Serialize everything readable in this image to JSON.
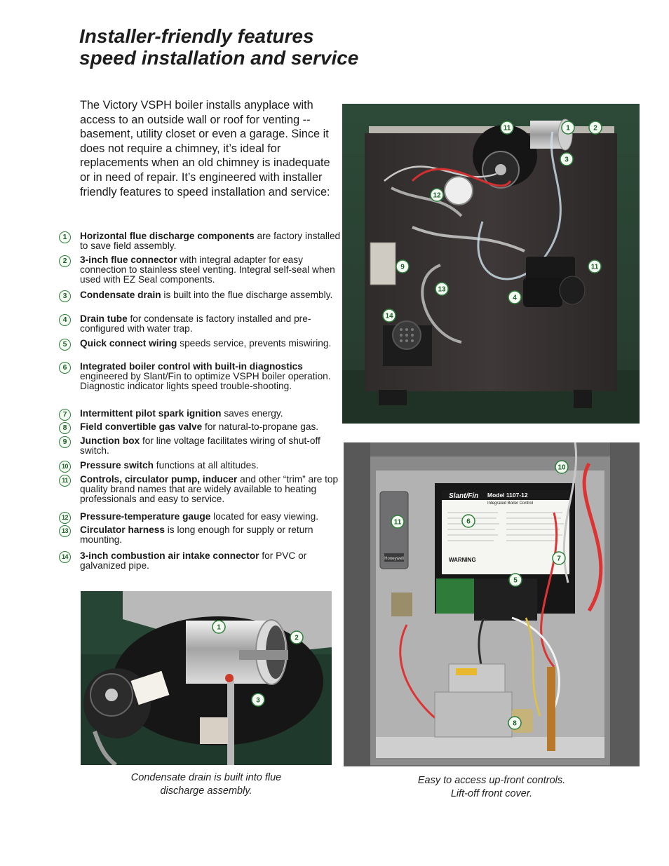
{
  "title": {
    "line1": "Installer-friendly features",
    "line2": "speed installation and service"
  },
  "intro": "The Victory VSPH boiler installs anyplace with access to an outside wall or roof for venting -- basement, utility closet or even a garage. Since it does not require a chimney, it’s ideal for replacements when an old chimney is inadequate or in need of repair. It’s engineered with installer friendly features to speed installation and service:",
  "features": [
    {
      "num": "1",
      "bold": "Horizontal flue discharge components",
      "text": " are factory installed to save field assembly."
    },
    {
      "num": "2",
      "bold": "3-inch flue connector",
      "text": " with integral adapter for easy connection to stainless steel venting. Integral self-seal when used with EZ Seal components."
    },
    {
      "num": "3",
      "bold": "Condensate drain",
      "text": " is built into the flue discharge assembly."
    },
    {
      "num": "4",
      "bold": "Drain tube",
      "text": " for condensate is factory installed and pre-configured with water trap."
    },
    {
      "num": "5",
      "bold": "Quick connect wiring",
      "text": " speeds service, prevents miswiring."
    },
    {
      "num": "6",
      "bold": "Integrated boiler control with built-in diagnostics",
      "text": " engineered by Slant/Fin to optimize VSPH boiler operation. Diagnostic indicator lights speed trouble-shooting."
    },
    {
      "num": "7",
      "bold": "Intermittent pilot spark ignition",
      "text": " saves energy."
    },
    {
      "num": "8",
      "bold": "Field convertible gas valve",
      "text": " for natural-to-propane gas."
    },
    {
      "num": "9",
      "bold": "Junction box",
      "text": " for line voltage facilitates wiring of shut-off switch."
    },
    {
      "num": "10",
      "bold": "Pressure switch",
      "text": " functions at all altitudes."
    },
    {
      "num": "11",
      "bold": "Controls, circulator pump, inducer",
      "text": " and other “trim” are top quality brand names that are widely available to heating professionals and easy to service."
    },
    {
      "num": "12",
      "bold": "Pressure-temperature gauge",
      "text": " located for easy viewing."
    },
    {
      "num": "13",
      "bold": "Circulator harness",
      "text": " is long enough for supply or return mounting."
    },
    {
      "num": "14",
      "bold": "3-inch combustion air intake connector",
      "text": " for PVC or galvanized pipe."
    }
  ],
  "photo_main": {
    "callouts": [
      "11",
      "1",
      "2",
      "3",
      "12",
      "9",
      "11",
      "13",
      "4",
      "14"
    ]
  },
  "photo_flue": {
    "callouts": [
      "1",
      "2",
      "3"
    ],
    "caption1": "Condensate drain is built into flue",
    "caption2": "discharge assembly."
  },
  "photo_controls": {
    "callouts": [
      "10",
      "11",
      "6",
      "7",
      "5",
      "8"
    ],
    "control_brand": "Slant/Fin",
    "control_model": "Model 1107-12",
    "control_sub": "Integrated Boiler Control",
    "warning": "WARNING",
    "honeywell": "Honeywell",
    "caption1": "Easy to access up-front controls.",
    "caption2": "Lift-off front cover."
  },
  "colors": {
    "callout_green": "#2e7d3a",
    "photo_bg": "#2f4a3a",
    "cabinet": "#3a3534"
  }
}
